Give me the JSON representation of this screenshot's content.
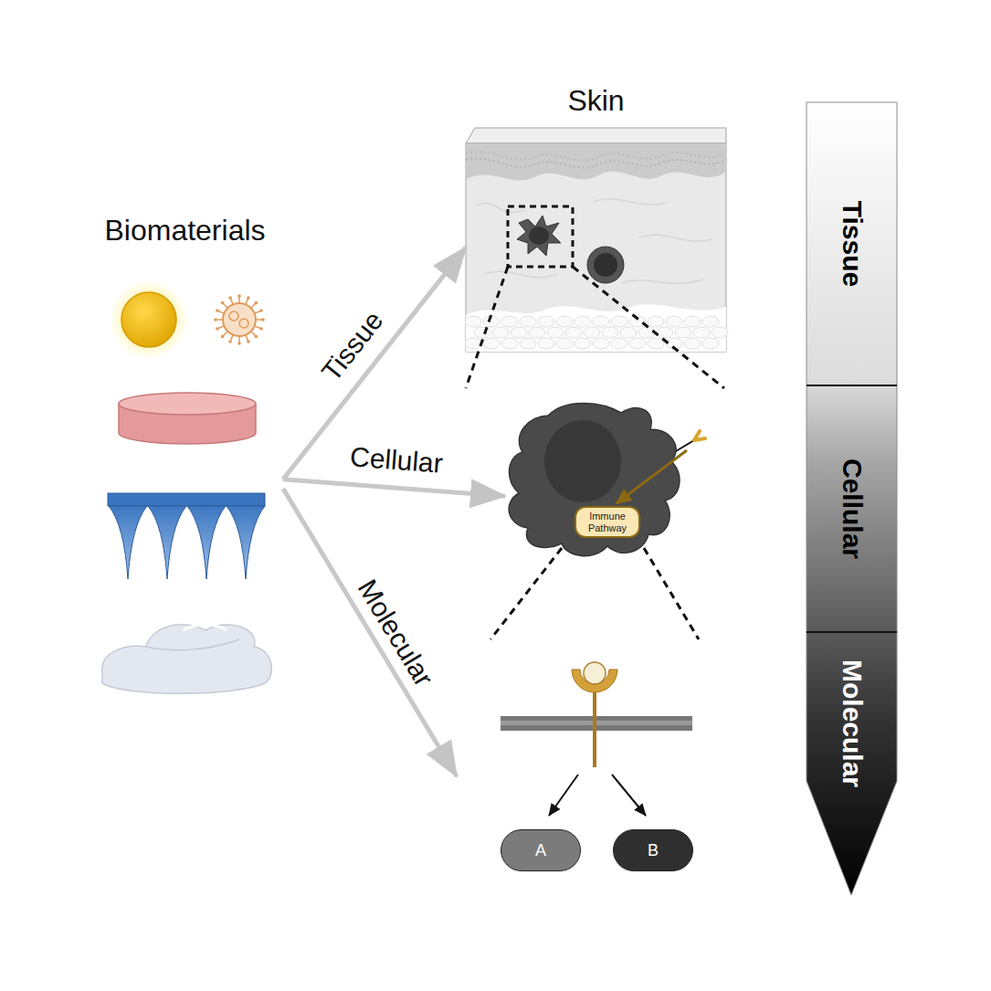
{
  "diagram": {
    "nodes": [
      {
        "text": [
          "Biomaterials"
        ]
      },
      {
        "text": [
          "Skin"
        ]
      },
      {
        "text": [
          "Immune Pathway"
        ]
      },
      {
        "text": [
          "A"
        ]
      },
      {
        "text": [
          "B"
        ]
      },
      {
        "text": [
          "Tissue"
        ]
      },
      {
        "text": [
          "Cellular"
        ]
      },
      {
        "text": [
          "Molecular"
        ]
      }
    ],
    "edges": [
      {
        "from": 0,
        "to": 1,
        "arrow": "to",
        "label": "Tissue"
      },
      {
        "from": 0,
        "to": 2,
        "arrow": "to",
        "label": "Cellular"
      }
    ],
    "labels": [
      "Molecular"
    ]
  }
}
